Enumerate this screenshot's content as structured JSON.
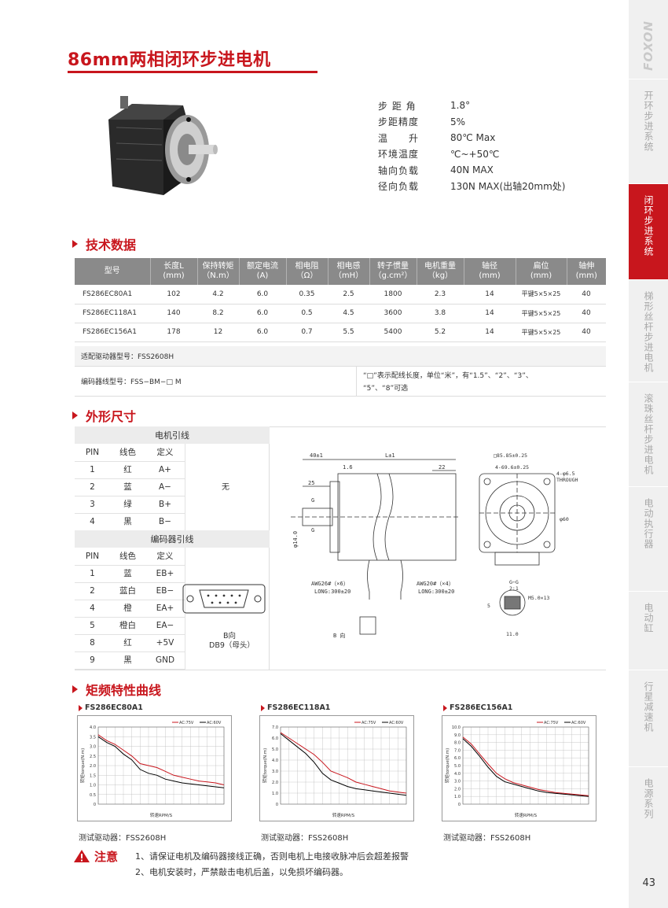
{
  "title": "86mm两相闭环步进电机",
  "brand": "FOXON",
  "page_number": "43",
  "rail": [
    {
      "label": "开环步进系统",
      "active": false
    },
    {
      "label": "闭环步进系统",
      "active": true
    },
    {
      "label": "梯形丝杆步进电机",
      "active": false
    },
    {
      "label": "滚珠丝杆步进电机",
      "active": false
    },
    {
      "label": "电动执行器",
      "active": false
    },
    {
      "label": "电动缸",
      "active": false
    },
    {
      "label": "行星减速机",
      "active": false
    },
    {
      "label": "电源系列",
      "active": false
    }
  ],
  "specs": [
    {
      "k": "步 距 角",
      "v": "1.8°"
    },
    {
      "k": "步距精度",
      "v": "5%"
    },
    {
      "k": "温　　升",
      "v": "80℃ Max"
    },
    {
      "k": "环境温度",
      "v": "℃~+50℃"
    },
    {
      "k": "轴向负载",
      "v": "40N MAX"
    },
    {
      "k": "径向负载",
      "v": "130N MAX(出轴20mm处)"
    }
  ],
  "sections": {
    "tech": "技术数据",
    "outline": "外形尺寸",
    "curve": "矩频特性曲线"
  },
  "tech_headers": [
    [
      "型号",
      ""
    ],
    [
      "长度L",
      "(mm)"
    ],
    [
      "保持转矩",
      "（N.m）"
    ],
    [
      "额定电流",
      "(A)"
    ],
    [
      "相电阻",
      "（Ω）"
    ],
    [
      "相电感",
      "（mH）"
    ],
    [
      "转子惯量",
      "（g.cm²）"
    ],
    [
      "电机重量",
      "（kg）"
    ],
    [
      "轴径",
      "(mm)"
    ],
    [
      "扁位",
      "(mm)"
    ],
    [
      "轴伸",
      "(mm)"
    ]
  ],
  "tech_rows": [
    [
      "FS286EC80A1",
      "102",
      "4.2",
      "6.0",
      "0.35",
      "2.5",
      "1800",
      "2.3",
      "14",
      "平键5×5×25",
      "40"
    ],
    [
      "FS286EC118A1",
      "140",
      "8.2",
      "6.0",
      "0.5",
      "4.5",
      "3600",
      "3.8",
      "14",
      "平键5×5×25",
      "40"
    ],
    [
      "FS286EC156A1",
      "178",
      "12",
      "6.0",
      "0.7",
      "5.5",
      "5400",
      "5.2",
      "14",
      "平键5×5×25",
      "40"
    ]
  ],
  "driver_model_note": "适配驱动器型号：FSS2608H",
  "encoder_cable_note": "编码器线型号：FSS−BM−□ M",
  "cable_length_note_1": "“□”表示配线长度，单位“米”，有“1.5”、“2”、“3”、",
  "cable_length_note_2": "“5”、“8”可选",
  "motor_wire": {
    "title": "电机引线",
    "headers": [
      "PIN",
      "线色",
      "定义"
    ],
    "rows": [
      [
        "1",
        "红",
        "A+"
      ],
      [
        "2",
        "蓝",
        "A−"
      ],
      [
        "3",
        "绿",
        "B+"
      ],
      [
        "4",
        "黑",
        "B−"
      ]
    ],
    "note": "无"
  },
  "encoder_wire": {
    "title": "编码器引线",
    "headers": [
      "PIN",
      "线色",
      "定义"
    ],
    "rows": [
      [
        "1",
        "蓝",
        "EB+"
      ],
      [
        "2",
        "蓝白",
        "EB−"
      ],
      [
        "4",
        "橙",
        "EA+"
      ],
      [
        "5",
        "橙白",
        "EA−"
      ],
      [
        "8",
        "红",
        "+5V"
      ],
      [
        "9",
        "黑",
        "GND"
      ]
    ],
    "connector_label_1": "B向",
    "connector_label_2": "DB9（母头）"
  },
  "drawing": {
    "dim_40": "40±1",
    "dim_L": "L±1",
    "dim_16": "1.6",
    "dim_22": "22",
    "dim_25": "25",
    "dim_G1": "G",
    "dim_G2": "G",
    "dim_shaft": "φ14.0",
    "dim_square": "□85.85±0.25",
    "dim_pcd": "4-69.6±0.25",
    "dim_holes": "4-φ6.5",
    "dim_through": "THROUGH",
    "dim_pilot": "φ60",
    "awg1": "AWG26#（×6）",
    "long1": "LONG:300±20",
    "awg2": "AWG20#（×4）",
    "long2": "LONG:300±20",
    "b_dir": "B 向",
    "gg": "G−G",
    "gg_scale": "2:1",
    "m5": "M5.0×13",
    "key5": "5",
    "dim_11": "11.0"
  },
  "charts": [
    {
      "label": "FS286EC80A1",
      "driver": "测试驱动器：FSS2608H"
    },
    {
      "label": "FS286EC118A1",
      "driver": "测试驱动器：FSS2608H"
    },
    {
      "label": "FS286EC156A1",
      "driver": "测试驱动器：FSS2608H"
    }
  ],
  "chart_data": [
    {
      "type": "line",
      "ylabel": "转矩torque(N.m)",
      "xlabel": "转速RPM/S",
      "ylim": [
        0,
        4.0
      ],
      "yticks": [
        "0",
        "0.5",
        "1.0",
        "1.5",
        "2.0",
        "2.5",
        "3.0",
        "3.5",
        "4.0"
      ],
      "x": [
        0,
        100,
        200,
        300,
        400,
        500,
        600,
        700,
        800,
        900,
        1000,
        1100,
        1200,
        1300,
        1400,
        1500
      ],
      "series": [
        {
          "name": "AC:75V",
          "color": "#c8161d",
          "values": [
            3.6,
            3.3,
            3.1,
            2.8,
            2.5,
            2.1,
            2.0,
            1.9,
            1.7,
            1.5,
            1.4,
            1.3,
            1.2,
            1.15,
            1.1,
            1.0
          ]
        },
        {
          "name": "AC:60V",
          "color": "#000000",
          "values": [
            3.5,
            3.2,
            3.0,
            2.6,
            2.3,
            1.8,
            1.6,
            1.5,
            1.3,
            1.2,
            1.1,
            1.05,
            1.0,
            0.95,
            0.9,
            0.85
          ]
        }
      ]
    },
    {
      "type": "line",
      "ylabel": "转矩torque(N.m)",
      "xlabel": "转速RPM/S",
      "ylim": [
        0,
        7.0
      ],
      "yticks": [
        "0",
        "1.0",
        "2.0",
        "3.0",
        "4.0",
        "5.0",
        "6.0",
        "7.0"
      ],
      "x": [
        0,
        100,
        200,
        300,
        400,
        500,
        600,
        700,
        800,
        900,
        1000,
        1100,
        1200,
        1300,
        1400,
        1500
      ],
      "series": [
        {
          "name": "AC:75V",
          "color": "#c8161d",
          "values": [
            6.5,
            6.0,
            5.5,
            5.0,
            4.5,
            3.8,
            3.0,
            2.7,
            2.4,
            2.0,
            1.8,
            1.6,
            1.4,
            1.2,
            1.1,
            1.0
          ]
        },
        {
          "name": "AC:60V",
          "color": "#000000",
          "values": [
            6.4,
            5.8,
            5.2,
            4.6,
            3.8,
            2.8,
            2.2,
            1.9,
            1.6,
            1.4,
            1.3,
            1.2,
            1.1,
            1.0,
            0.9,
            0.8
          ]
        }
      ]
    },
    {
      "type": "line",
      "ylabel": "转矩torque(N.m)",
      "xlabel": "转速RPM/S",
      "ylim": [
        0,
        10.0
      ],
      "yticks": [
        "0",
        "1.0",
        "2.0",
        "3.0",
        "4.0",
        "5.0",
        "6.0",
        "7.0",
        "8.0",
        "9.0",
        "10.0"
      ],
      "x": [
        0,
        100,
        200,
        300,
        400,
        500,
        600,
        700,
        800,
        900,
        1000,
        1100,
        1200,
        1300,
        1400,
        1500
      ],
      "series": [
        {
          "name": "AC:75V",
          "color": "#c8161d",
          "values": [
            8.7,
            7.8,
            6.5,
            5.2,
            4.0,
            3.3,
            2.8,
            2.5,
            2.2,
            1.9,
            1.7,
            1.5,
            1.4,
            1.3,
            1.2,
            1.1
          ]
        },
        {
          "name": "AC:60V",
          "color": "#000000",
          "values": [
            8.5,
            7.5,
            6.2,
            4.8,
            3.6,
            2.9,
            2.6,
            2.3,
            2.0,
            1.7,
            1.5,
            1.4,
            1.3,
            1.2,
            1.1,
            1.0
          ]
        }
      ]
    }
  ],
  "warning": {
    "title": "注意",
    "line1": "1、请保证电机及编码器接线正确，否则电机上电接收脉冲后会超差报警",
    "line2": "2、电机安装时，严禁敲击电机后盖，以免损坏编码器。"
  }
}
